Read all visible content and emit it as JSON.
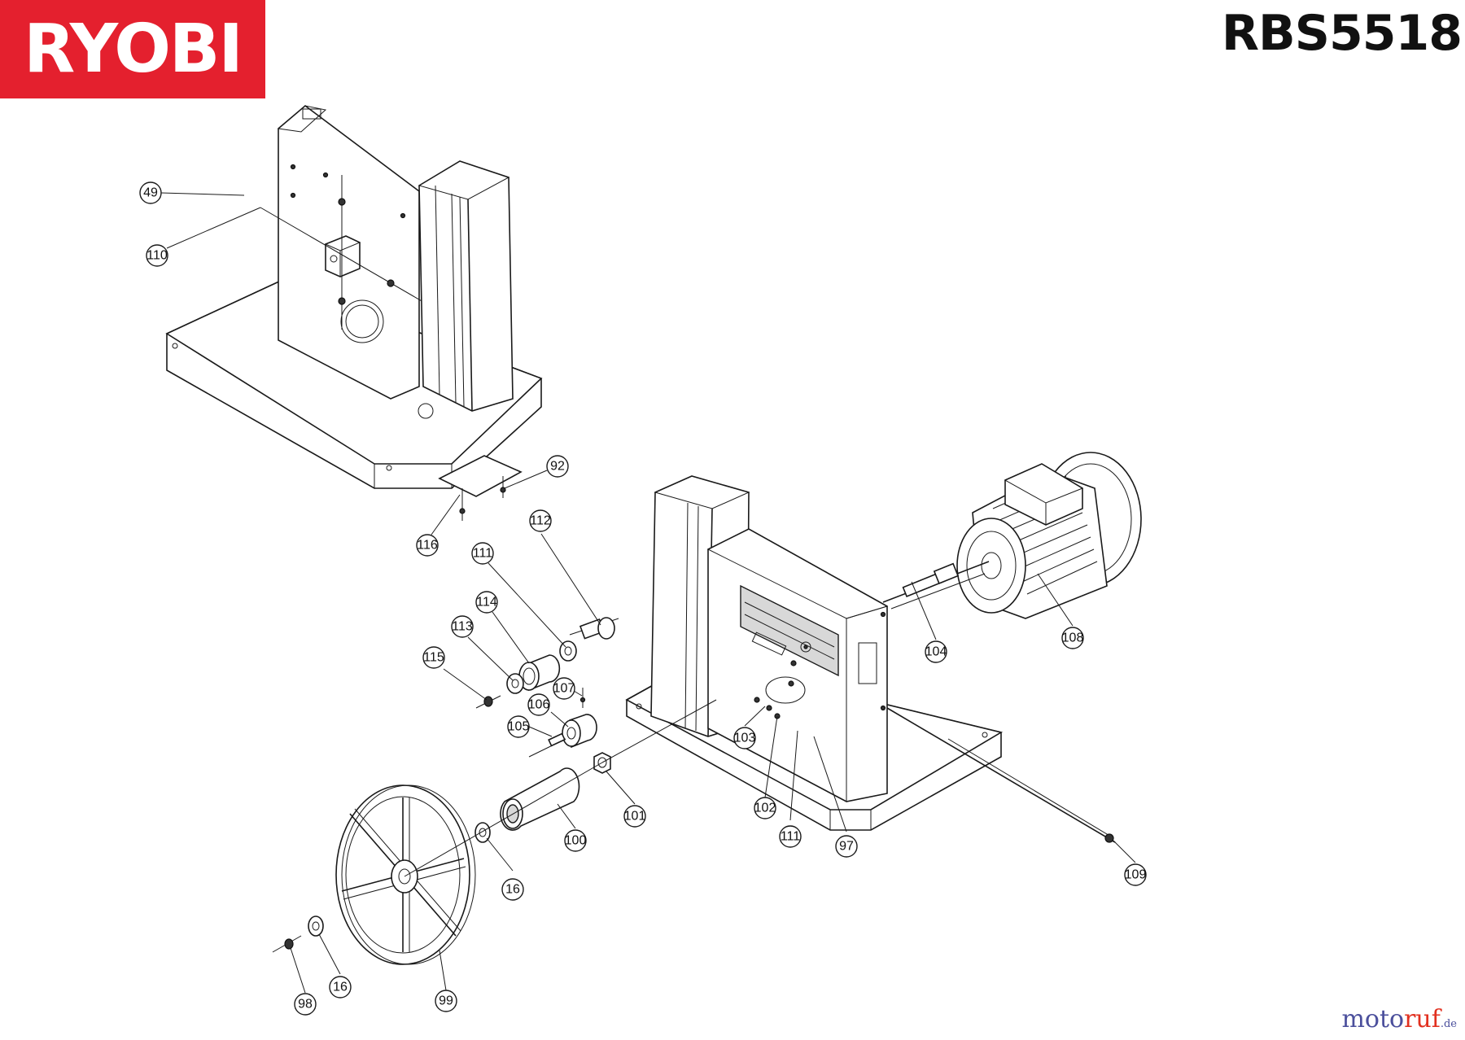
{
  "brand": {
    "logo_text": "RYOBI",
    "logo_color": "#e4202e"
  },
  "model": "RBS5518",
  "watermark": {
    "main": "moto",
    "accent": "ruf",
    "suffix": ".de"
  },
  "callouts": [
    {
      "label": "49"
    },
    {
      "label": "110"
    },
    {
      "label": "92"
    },
    {
      "label": "116"
    },
    {
      "label": "112"
    },
    {
      "label": "111"
    },
    {
      "label": "114"
    },
    {
      "label": "113"
    },
    {
      "label": "115"
    },
    {
      "label": "107"
    },
    {
      "label": "106"
    },
    {
      "label": "105"
    },
    {
      "label": "104"
    },
    {
      "label": "108"
    },
    {
      "label": "103"
    },
    {
      "label": "102"
    },
    {
      "label": "111"
    },
    {
      "label": "97"
    },
    {
      "label": "101"
    },
    {
      "label": "100"
    },
    {
      "label": "16"
    },
    {
      "label": "109"
    },
    {
      "label": "16"
    },
    {
      "label": "98"
    },
    {
      "label": "99"
    }
  ]
}
